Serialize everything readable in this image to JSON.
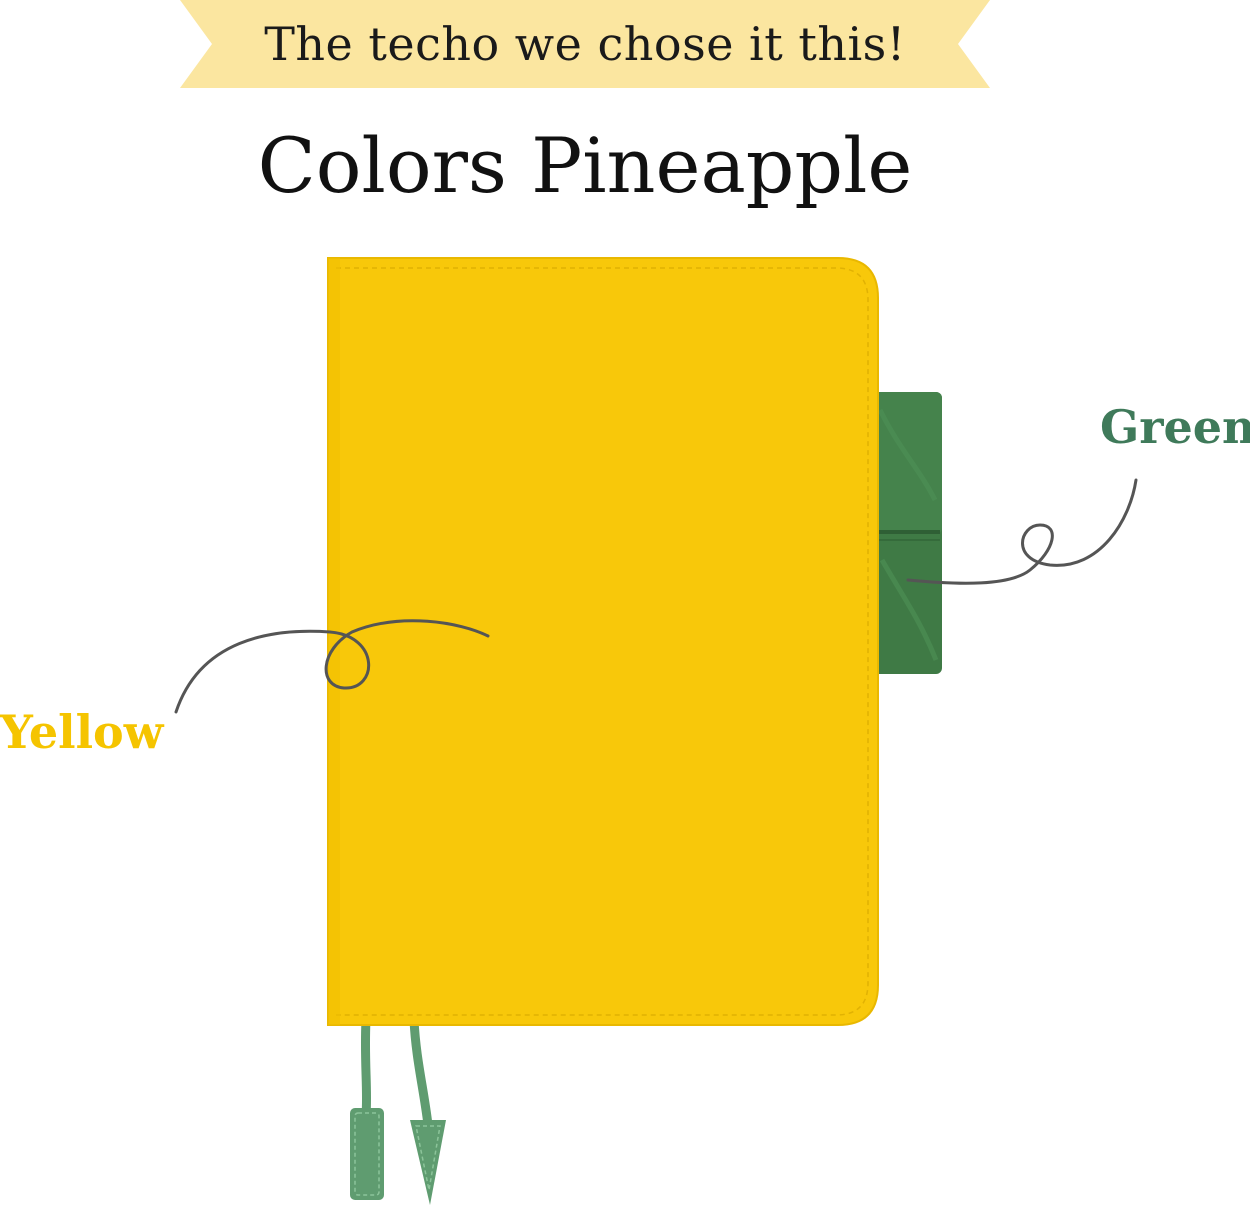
{
  "banner": {
    "text": "The techo we chose it this!",
    "color": "#fbe6a0"
  },
  "title": "Colors Pineapple",
  "labels": {
    "yellow": "Yellow",
    "green": "Green"
  },
  "colors": {
    "yellow_label": "#f5c400",
    "green_label": "#3f7a5a",
    "cover_yellow": "#f8c80a",
    "pen_holder_green": "#3f7a45",
    "bookmark_green": "#5f9c70",
    "pointer_line": "#555555"
  }
}
